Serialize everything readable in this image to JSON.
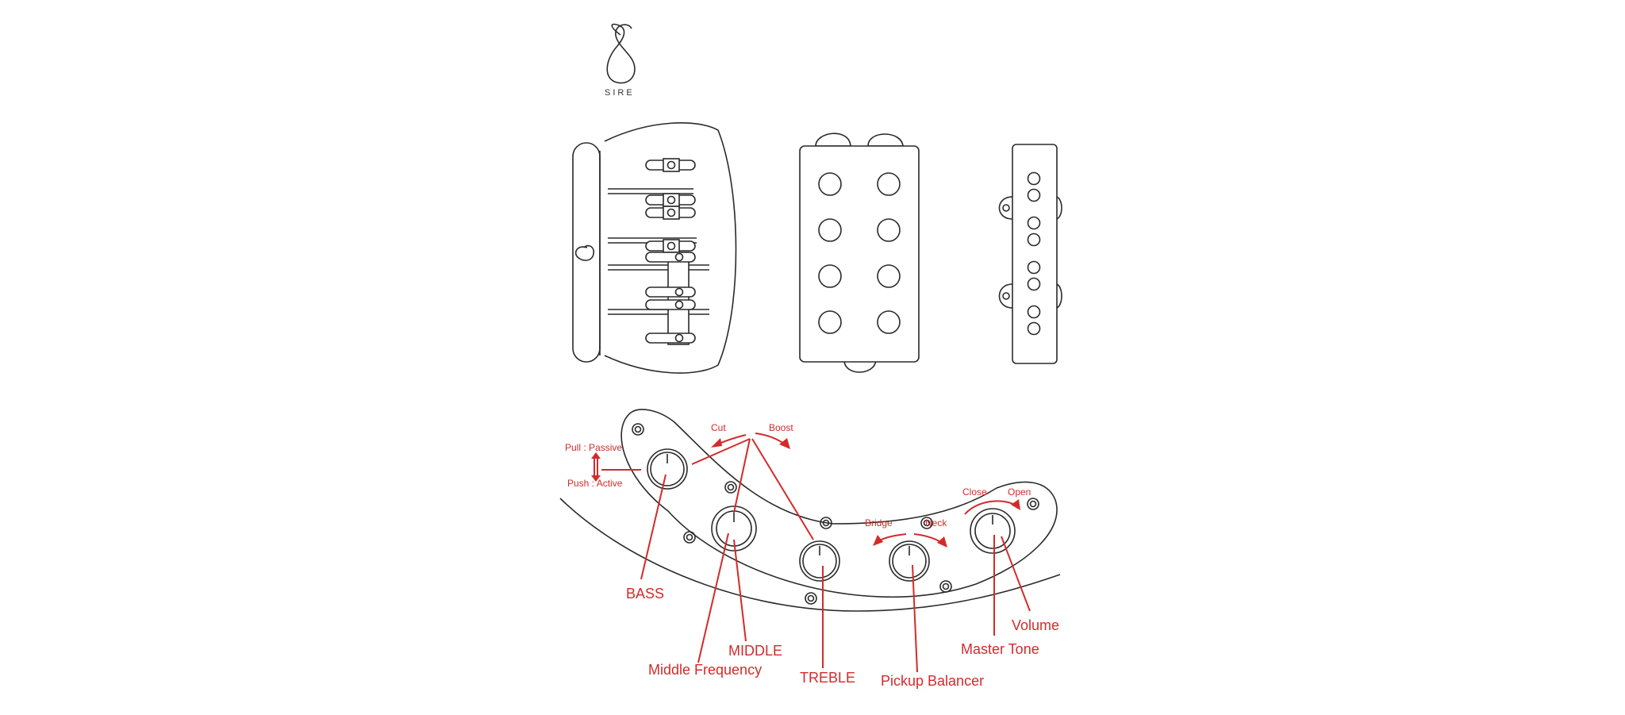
{
  "logo": {
    "brand_text": "SIRE"
  },
  "labels": {
    "cut": "Cut",
    "boost": "Boost",
    "pull_passive": "Pull : Passive",
    "push_active": "Push : Active",
    "bass": "BASS",
    "middle": "MIDDLE",
    "middle_frequency": "Middle Frequency",
    "treble": "TREBLE",
    "pickup_balancer": "Pickup Balancer",
    "bridge": "Bridge",
    "neck": "Neck",
    "close": "Close",
    "open": "Open",
    "master_tone": "Master Tone",
    "volume": "Volume"
  },
  "colors": {
    "line": "#2a2a2a",
    "annotation": "#d42a2a",
    "background": "#ffffff"
  }
}
